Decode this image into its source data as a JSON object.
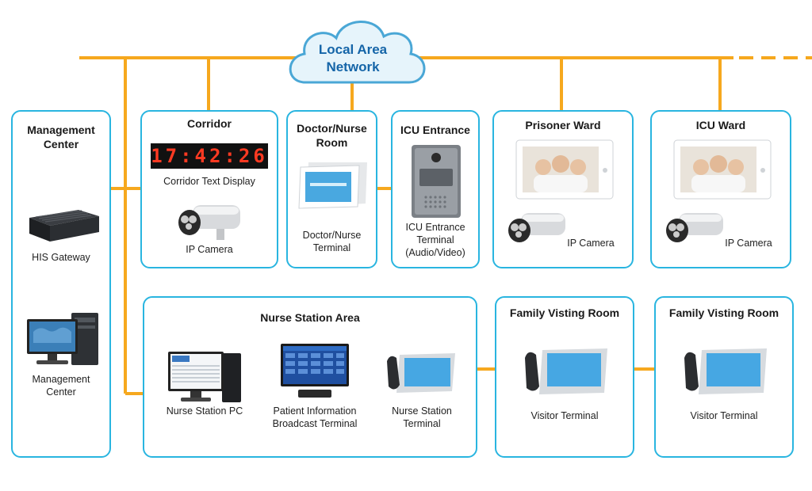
{
  "network": {
    "line1": "Local Area",
    "line2": "Network"
  },
  "colors": {
    "wire": "#f6a81e",
    "border": "#29b5e0",
    "cloud_text": "#1565a8",
    "led": "#ff3a22"
  },
  "management_center": {
    "title_line1": "Management",
    "title_line2": "Center",
    "his_gateway": "HIS Gateway",
    "mgmt_line1": "Management",
    "mgmt_line2": "Center"
  },
  "corridor": {
    "title": "Corridor",
    "display_value": "17:42:26",
    "display_label": "Corridor Text Display",
    "camera_label": "IP Camera"
  },
  "doctor_room": {
    "title_line1": "Doctor/Nurse",
    "title_line2": "Room",
    "label_line1": "Doctor/Nurse",
    "label_line2": "Terminal"
  },
  "icu_entrance": {
    "title": "ICU Entrance",
    "label_line1": "ICU Entrance",
    "label_line2": "Terminal",
    "label_line3": "(Audio/Video)"
  },
  "prisoner_ward": {
    "title": "Prisoner Ward",
    "camera_label": "IP Camera"
  },
  "icu_ward": {
    "title": "ICU Ward",
    "camera_label": "IP Camera"
  },
  "nurse_station": {
    "title": "Nurse Station Area",
    "pc_label": "Nurse Station PC",
    "broadcast_line1": "Patient Information",
    "broadcast_line2": "Broadcast Terminal",
    "terminal_line1": "Nurse Station",
    "terminal_line2": "Terminal"
  },
  "family_room_1": {
    "title": "Family Visting Room",
    "label": "Visitor Terminal"
  },
  "family_room_2": {
    "title": "Family Visting Room",
    "label": "Visitor Terminal"
  }
}
